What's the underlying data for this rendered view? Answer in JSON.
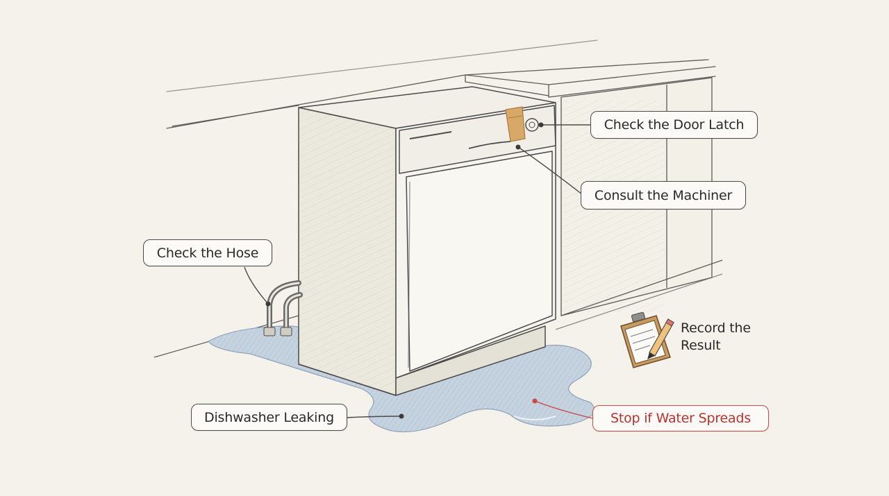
{
  "diagram": {
    "labels": {
      "door_latch": "Check the Door Latch",
      "machine": "Consult the Machiner",
      "hose": "Check the Hose",
      "leak": "Dishwasher Leaking",
      "record_line1": "Record the",
      "record_line2": "Result",
      "stop": "Stop if Water Spreads"
    },
    "colors": {
      "background": "#f4f2ea",
      "ink": "#4a4a4a",
      "water": "#b7c7d8",
      "warning": "#b8312f",
      "tape": "#d8a869",
      "clipboard": "#c79a62"
    },
    "icons": [
      "clipboard-icon",
      "pencil-icon",
      "hose-pipe",
      "door-latch-tape",
      "control-knob"
    ]
  }
}
